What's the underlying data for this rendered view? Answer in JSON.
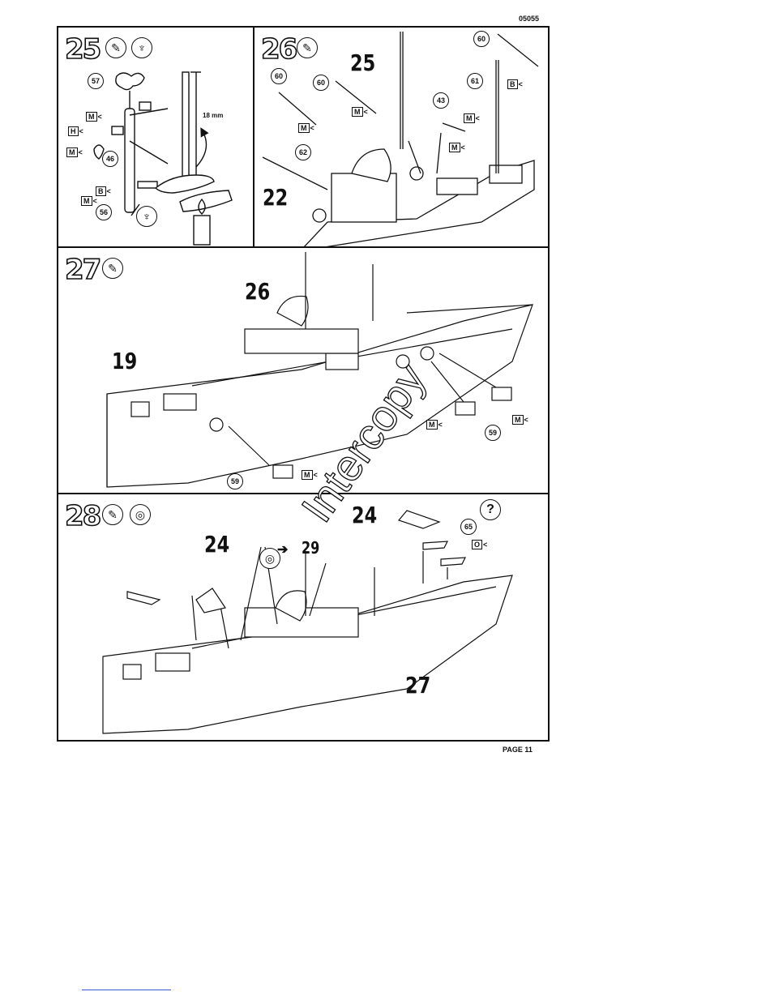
{
  "header": {
    "code": "05055"
  },
  "footer": {
    "page_label": "PAGE 11"
  },
  "watermark": "Intercopy",
  "steps": {
    "s25": {
      "number": "25",
      "icons": [
        "glue-tube-icon",
        "cement-applicator-icon"
      ],
      "parts": [
        "57",
        "46",
        "56"
      ],
      "measure": "18 mm",
      "paint_codes": [
        "M",
        "H",
        "M",
        "B",
        "M"
      ]
    },
    "s26": {
      "number": "26",
      "icons": [
        "glue-tube-icon"
      ],
      "subassembly_labels": [
        "25",
        "22"
      ],
      "parts": [
        "60",
        "60",
        "62",
        "43",
        "60",
        "61"
      ],
      "paint_codes": [
        "M",
        "M",
        "M",
        "M",
        "B"
      ]
    },
    "s27": {
      "number": "27",
      "icons": [
        "glue-tube-icon"
      ],
      "subassembly_labels": [
        "26",
        "19"
      ],
      "parts": [
        "59",
        "59"
      ],
      "paint_codes": [
        "M",
        "M",
        "M"
      ]
    },
    "s28": {
      "number": "28",
      "icons": [
        "glue-tube-icon",
        "thread-spool-icon"
      ],
      "subassembly_labels": [
        "24",
        "24",
        "27"
      ],
      "arrow_ref": "29",
      "parts": [
        "65"
      ],
      "paint_codes": [
        "O"
      ],
      "question_mark": "?"
    }
  }
}
